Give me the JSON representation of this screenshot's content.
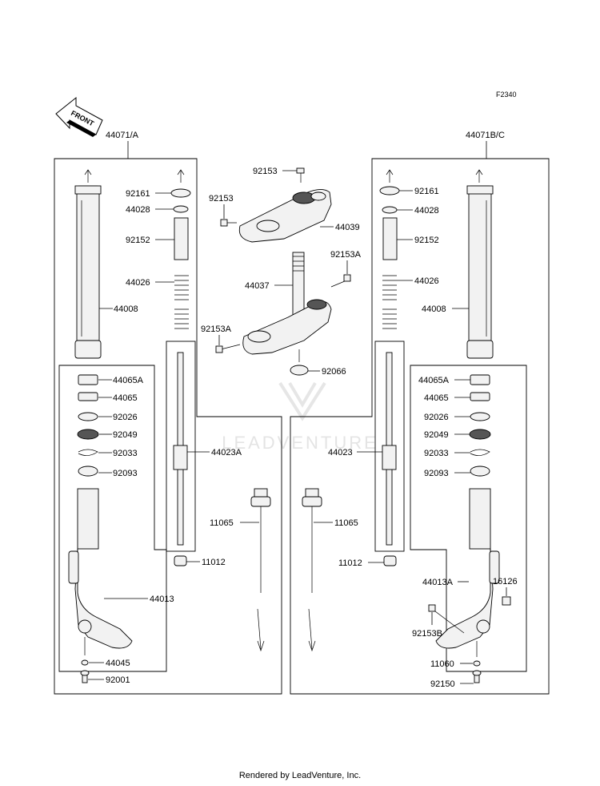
{
  "figure_code": "F2340",
  "front_arrow_text": "FRONT",
  "watermark_text": "LEADVENTURE",
  "footer_text": "Rendered by LeadVenture, Inc.",
  "left_group_title": "44071/A",
  "right_group_title": "44071B/C",
  "labels": {
    "l_92161": "92161",
    "l_44028": "44028",
    "l_92152": "92152",
    "l_44026": "44026",
    "l_44008": "44008",
    "l_44065A": "44065A",
    "l_44065": "44065",
    "l_92026": "92026",
    "l_92049": "92049",
    "l_92033": "92033",
    "l_92093": "92093",
    "l_44023A": "44023A",
    "l_11065": "11065",
    "l_11012": "11012",
    "l_44013": "44013",
    "l_44045": "44045",
    "l_92001": "92001",
    "c_92153a": "92153",
    "c_92153b": "92153",
    "c_44039": "44039",
    "c_44037": "44037",
    "c_92153A1": "92153A",
    "c_92153A2": "92153A",
    "c_92066": "92066",
    "r_92161": "92161",
    "r_44028": "44028",
    "r_92152": "92152",
    "r_44026": "44026",
    "r_44008": "44008",
    "r_44065A": "44065A",
    "r_44065": "44065",
    "r_92026": "92026",
    "r_92049": "92049",
    "r_92033": "92033",
    "r_92093": "92093",
    "r_44023": "44023",
    "r_11065": "11065",
    "r_11012": "11012",
    "r_44013A": "44013A",
    "r_16126": "16126",
    "r_92153B": "92153B",
    "r_11060": "11060",
    "r_92150": "92150"
  }
}
